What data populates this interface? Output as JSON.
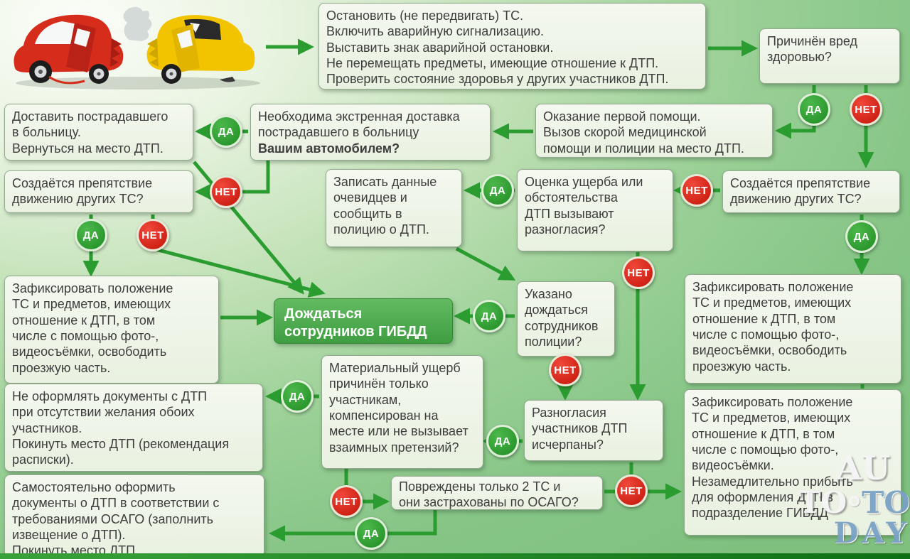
{
  "flowchart": {
    "labels": {
      "yes": "ДА",
      "no": "НЕТ"
    },
    "colors": {
      "background_green": "#86c586",
      "box_background": "#eef4e7",
      "action_green": "#3f9e41",
      "yes_green": "#2da12d",
      "no_red": "#e3231a",
      "arrow_green": "#2a9c30",
      "text": "#3d3d3d",
      "watermark_blue": "#7aa1c6"
    },
    "nodes": {
      "start_actions": {
        "text": "Остановить (не передвигать) ТС.\nВключить аварийную сигнализацию.\nВыставить знак аварийной остановки.\nНе перемещать предметы, имеющие отношение к ДТП.\nПроверить состояние здоровья у других участников ДТП."
      },
      "health_harm": {
        "text": "Причинён вред\nздоровью?"
      },
      "deliver_victim": {
        "text": "Доставить пострадавшего\nв больницу.\nВернуться на место ДТП."
      },
      "urgent_transport": {
        "text": "Необходима экстренная доставка\nпострадавшего в больницу",
        "bold_text": "Вашим автомобилем?"
      },
      "first_aid": {
        "text": "Оказание первой помощи.\nВызов скорой медицинской\nпомощи и полиции на место ДТП."
      },
      "obstacle_left": {
        "text": "Создаётся препятствие\nдвижению других ТС?"
      },
      "witnesses": {
        "text": "Записать данные\nочевидцев и\nсообщить в\nполицию о ДТП."
      },
      "damage_dispute": {
        "text": "Оценка ущерба или\nобстоятельства\nДТП вызывают\nразногласия?"
      },
      "obstacle_right": {
        "text": "Создаётся препятствие\nдвижению других ТС?"
      },
      "fix_left": {
        "text": "Зафиксировать положение\nТС и предметов, имеющих\nотношение к ДТП, в том\nчисле с помощью фото-,\nвидеосъёмки, освободить\nпроезжую часть."
      },
      "wait_gibdd": {
        "text": "Дождаться\nсотрудников ГИБДД"
      },
      "told_wait": {
        "text": "Указано\nдождаться\nсотрудников\nполиции?"
      },
      "fix_right": {
        "text": "Зафиксировать положение\nТС и предметов, имеющих\nотношение к ДТП, в том\nчисле с помощью фото-,\nвидеосъёмки, освободить\nпроезжую часть."
      },
      "material_damage": {
        "text": "Материальный ущерб\nпричинён только\nучастникам,\nкомпенсирован на\nместе или не вызывает\nвзаимных претензий?"
      },
      "no_docs": {
        "text": "Не оформлять документы с ДТП\nпри отсутствии желания обоих\nучастников.\nПокинуть место ДТП (рекомендация\nрасписки)."
      },
      "disputes_settled": {
        "text": "Разногласия\nучастников ДТП\nисчерпаны?"
      },
      "two_cars_osago": {
        "text": "Повреждены только 2 ТС и\nони застрахованы по ОСАГО?"
      },
      "self_docs": {
        "text": "Самостоятельно оформить\nдокументы о ДТП в соответствии с\nтребованиями ОСАГО (заполнить\nизвещение о ДТП).\nПокинуть место ДТП."
      },
      "fix_arrive_gibdd": {
        "text": "Зафиксировать положение\nТС и предметов, имеющих\nотношение к ДТП, в том\nчисле с помощью фото-,\nвидеосъёмки.\nНезамедлительно прибыть\nдля оформления ДТП в\nподразделение ГИБДД"
      }
    }
  },
  "watermark": {
    "line1": "AU",
    "line2a": "TO",
    "line2b": "TO",
    "line3": "DAY"
  }
}
